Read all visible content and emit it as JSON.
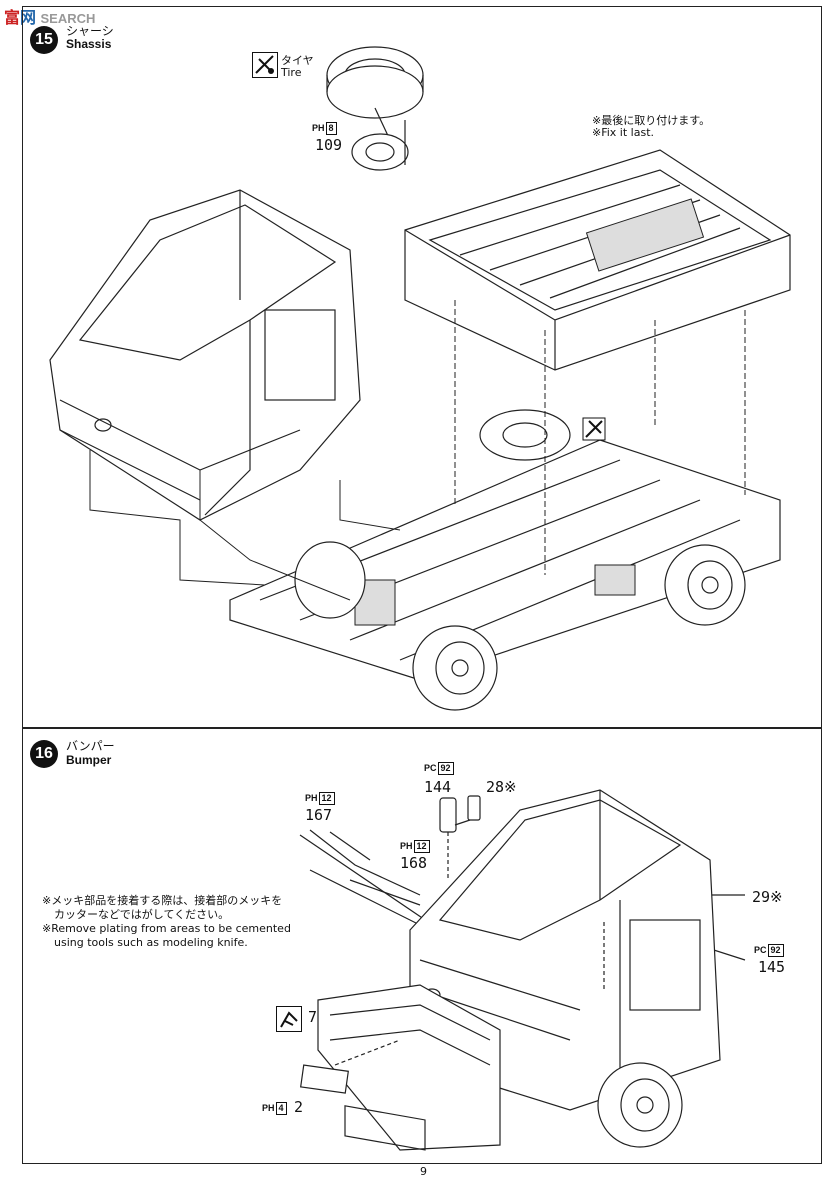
{
  "watermark": "SEARCH",
  "step15": {
    "number": "15",
    "title_jp": "シャーシ",
    "title_en": "Shassis",
    "tire_label_jp": "タイヤ",
    "tire_label_en": "Tire",
    "wheel_part_tag": "PH",
    "wheel_part_sprue": "8",
    "wheel_part_number": "109",
    "note_jp": "※最後に取り付けます。",
    "note_en": "※Fix it last."
  },
  "step16": {
    "number": "16",
    "title_jp": "バンパー",
    "title_en": "Bumper",
    "note_jp_1": "※メッキ部品を接着する際は、接着部のメッキを",
    "note_jp_2": "カッターなどではがしてください。",
    "note_en_1": "※Remove plating from areas to be cemented",
    "note_en_2": "using tools such as modeling knife.",
    "parts": {
      "p167_tag": "PH",
      "p167_sprue": "12",
      "p167_num": "167",
      "p168_tag": "PH",
      "p168_sprue": "12",
      "p168_num": "168",
      "p144_tag": "PC",
      "p144_sprue": "92",
      "p144_num": "144",
      "p145_tag": "PC",
      "p145_sprue": "92",
      "p145_num": "145",
      "p28": "28※",
      "p29": "29※",
      "p7": "7",
      "p2_tag": "PH",
      "p2_sprue": "4",
      "p2_num": "2"
    }
  },
  "page_number": "9"
}
